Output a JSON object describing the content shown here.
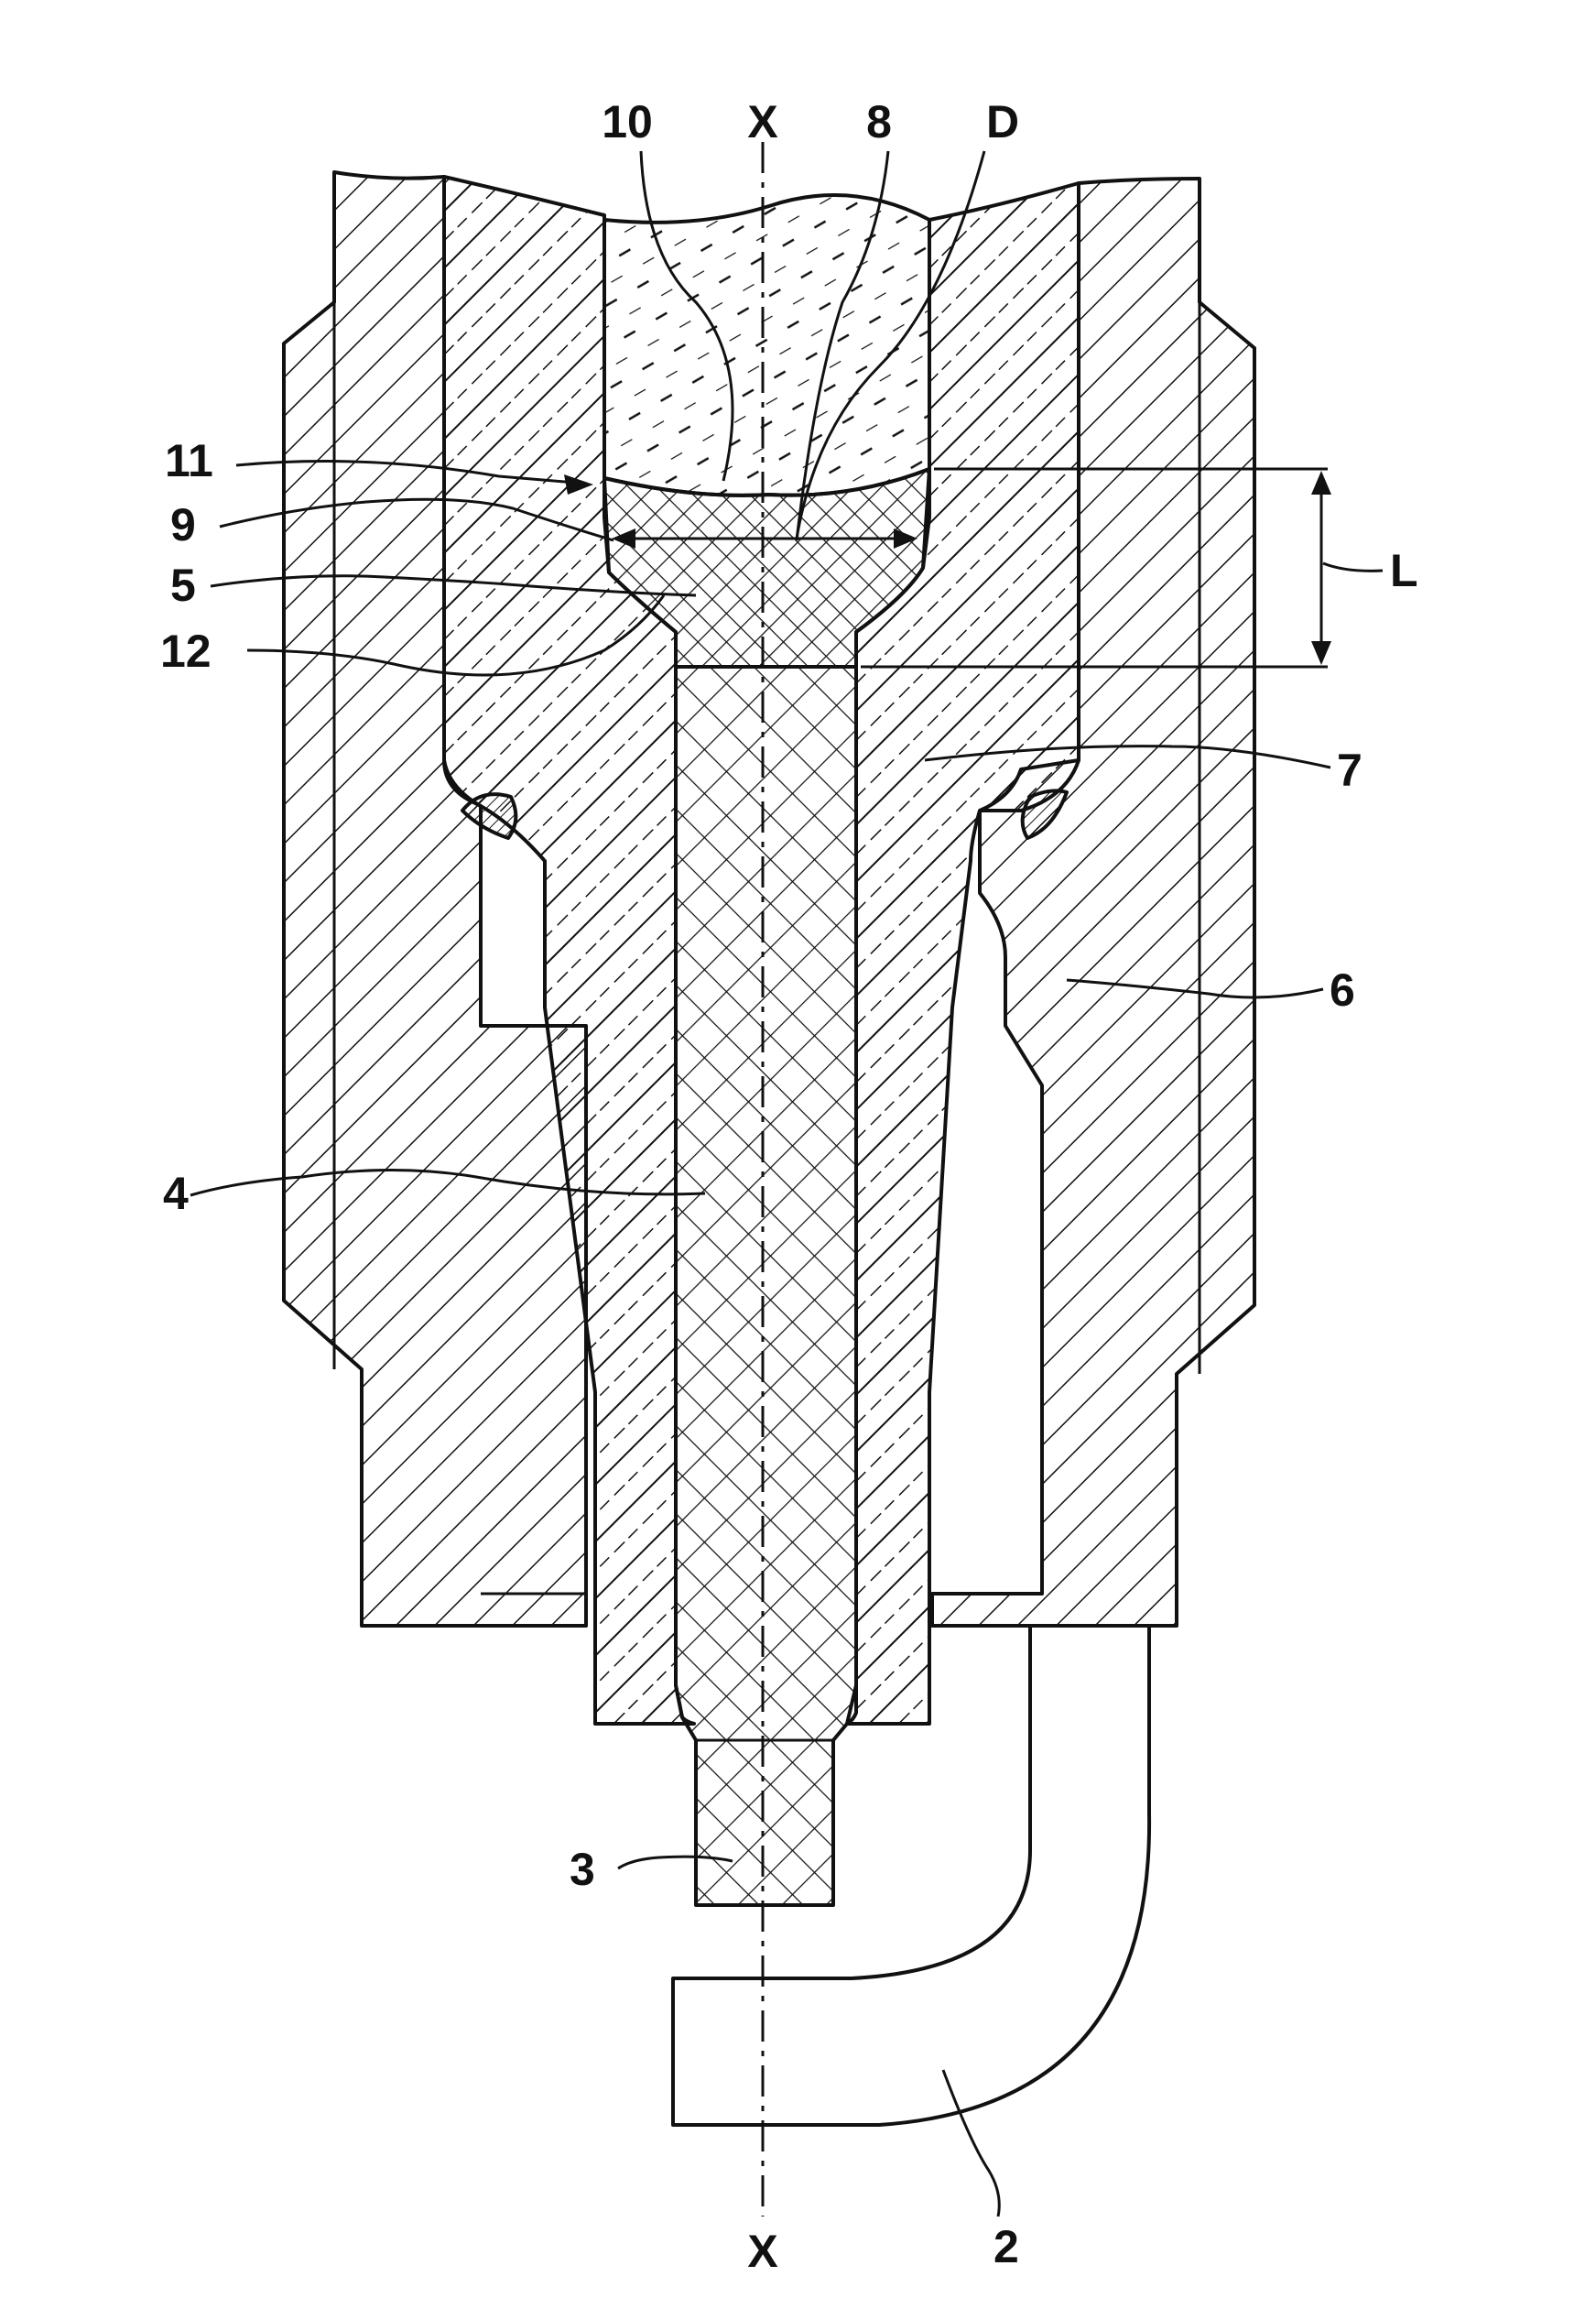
{
  "figure": {
    "labels": {
      "axis_top": "X",
      "axis_bottom": "X",
      "ref_10": "10",
      "ref_8": "8",
      "ref_D": "D",
      "ref_11": "11",
      "ref_9": "9",
      "ref_5": "5",
      "ref_12": "12",
      "ref_L": "L",
      "ref_7": "7",
      "ref_6": "6",
      "ref_4": "4",
      "ref_3": "3",
      "ref_2": "2"
    }
  }
}
